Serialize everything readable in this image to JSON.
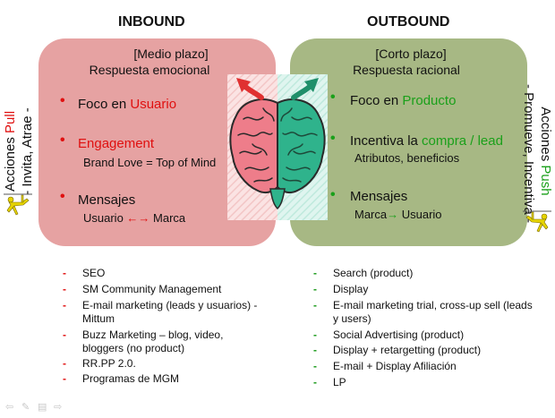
{
  "inbound": {
    "title": "INBOUND",
    "tag1": "[Medio plazo]",
    "tag2": "Respuesta emocional",
    "b1_pre": "Foco en ",
    "b1_hl": "Usuario",
    "b2": "Engagement",
    "b2_sub": "Brand Love = Top of Mind",
    "b3": "Mensajes",
    "b3_sub_a": "Usuario ",
    "b3_arrow": "←→",
    "b3_sub_b": " Marca",
    "side1_pre": "Acciones ",
    "side1_hl": "Pull",
    "side2": "- Invita, Atrae -",
    "items": [
      "SEO",
      "SM Community Management",
      "E-mail marketing (leads y usuarios) - Mittum",
      "Buzz Marketing – blog, video, bloggers (no product)",
      "RR.PP 2.0.",
      "Programas de MGM"
    ]
  },
  "outbound": {
    "title": "OUTBOUND",
    "tag1": "[Corto plazo]",
    "tag2": "Respuesta racional",
    "b1_pre": "Foco en ",
    "b1_hl": "Producto",
    "b2_pre": "Incentiva la ",
    "b2_hl": "compra / lead",
    "b2_sub": "Atributos, beneficios",
    "b3": "Mensajes",
    "b3_sub_a": "Marca",
    "b3_arrow": "→",
    "b3_sub_b": " Usuario",
    "side1_pre": "Acciones ",
    "side1_hl": "Push",
    "side2": "- Promueve, Incentiva -",
    "items": [
      "Search (product)",
      "Display",
      "E-mail marketing trial, cross-up sell (leads y users)",
      "Social Advertising (product)",
      "Display + retargetting (product)",
      "E-mail + Display Afiliación",
      "LP"
    ]
  },
  "colors": {
    "red": "#e01010",
    "green": "#1aa01a",
    "panel_in": "#e6a2a2",
    "panel_out": "#a7b884"
  },
  "icons": [
    "brain-icon",
    "climber-icon",
    "bullet-icon"
  ]
}
